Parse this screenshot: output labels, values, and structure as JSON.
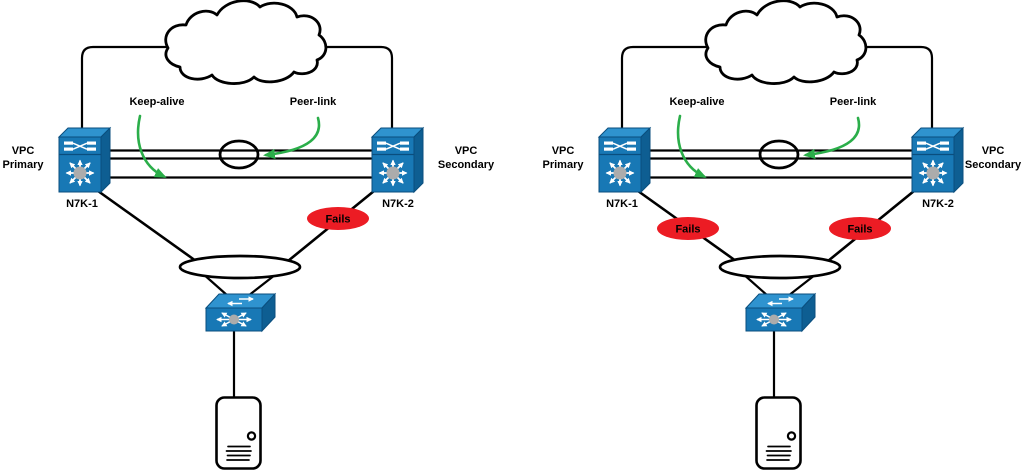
{
  "colors": {
    "switch_front": "#1878B5",
    "switch_top": "#2F93CF",
    "switch_side": "#0E5E92",
    "switch_outline": "#0A4E7E",
    "hub_gray": "#ACACAC",
    "fails_red": "#EC1C24",
    "arrow_green": "#2BAE4A",
    "line_black": "#000000"
  },
  "diagrams": [
    {
      "labels": {
        "keep_alive": "Keep-alive",
        "peer_link": "Peer-link",
        "vpc_primary_line1": "VPC",
        "vpc_primary_line2": "Primary",
        "vpc_secondary_line1": "VPC",
        "vpc_secondary_line2": "Secondary",
        "switch_left": "N7K-1",
        "switch_right": "N7K-2"
      },
      "fails": [
        {
          "label": "Fails"
        }
      ]
    },
    {
      "labels": {
        "keep_alive": "Keep-alive",
        "peer_link": "Peer-link",
        "vpc_primary_line1": "VPC",
        "vpc_primary_line2": "Primary",
        "vpc_secondary_line1": "VPC",
        "vpc_secondary_line2": "Secondary",
        "switch_left": "N7K-1",
        "switch_right": "N7K-2"
      },
      "fails": [
        {
          "label": "Fails"
        },
        {
          "label": "Fails"
        }
      ]
    }
  ]
}
